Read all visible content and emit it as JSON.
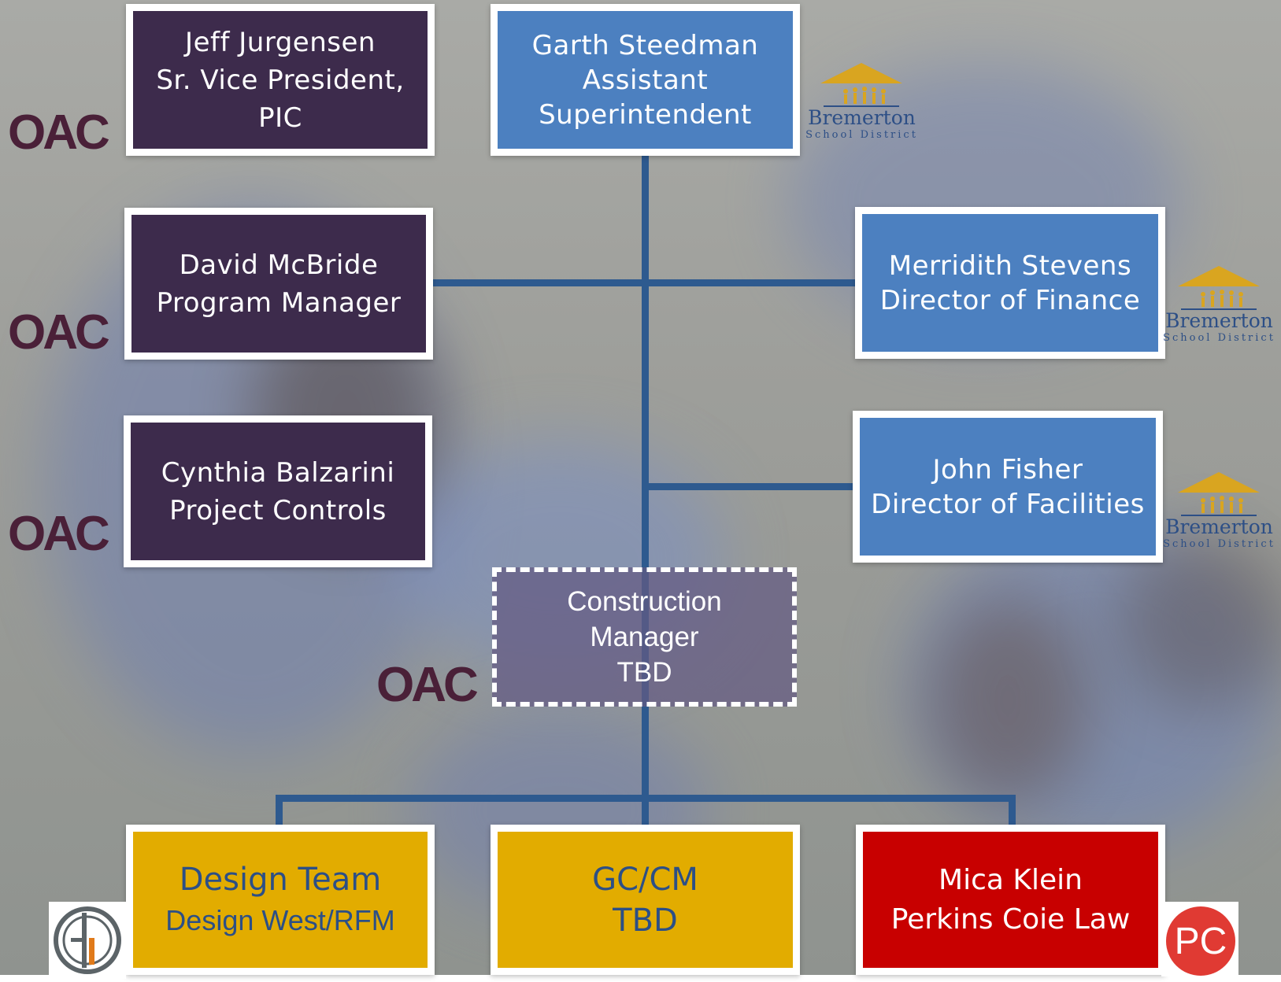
{
  "colors": {
    "oac_purple": "#3d2b4c",
    "district_blue": "#4c80c0",
    "consultant_gold": "#e2ac00",
    "legal_red": "#c80000",
    "connector_blue": "#2e5a8f",
    "oac_logo": "#4a2038"
  },
  "logos": {
    "oac": "OAC",
    "bremerton_title": "Bremerton",
    "bremerton_sub": "School District",
    "pc": "PC"
  },
  "nodes": {
    "jurgensen": {
      "name": "Jeff Jurgensen",
      "role": "Sr. Vice President, PIC"
    },
    "steedman": {
      "name": "Garth Steedman",
      "role_line1": "Assistant",
      "role_line2": "Superintendent"
    },
    "mcbride": {
      "name": "David McBride",
      "role": "Program Manager"
    },
    "stevens": {
      "name": "Merridith Stevens",
      "role": "Director of Finance"
    },
    "balzarini": {
      "name": "Cynthia Balzarini",
      "role": "Project Controls"
    },
    "fisher": {
      "name": "John Fisher",
      "role": "Director of Facilities"
    },
    "construction_manager": {
      "line1": "Construction",
      "line2": "Manager",
      "line3": "TBD"
    },
    "design_team": {
      "line1": "Design Team",
      "line2": "Design West/RFM"
    },
    "gccm": {
      "line1": "GC/CM",
      "line2": "TBD"
    },
    "klein": {
      "name": "Mica Klein",
      "firm": "Perkins Coie Law"
    }
  }
}
